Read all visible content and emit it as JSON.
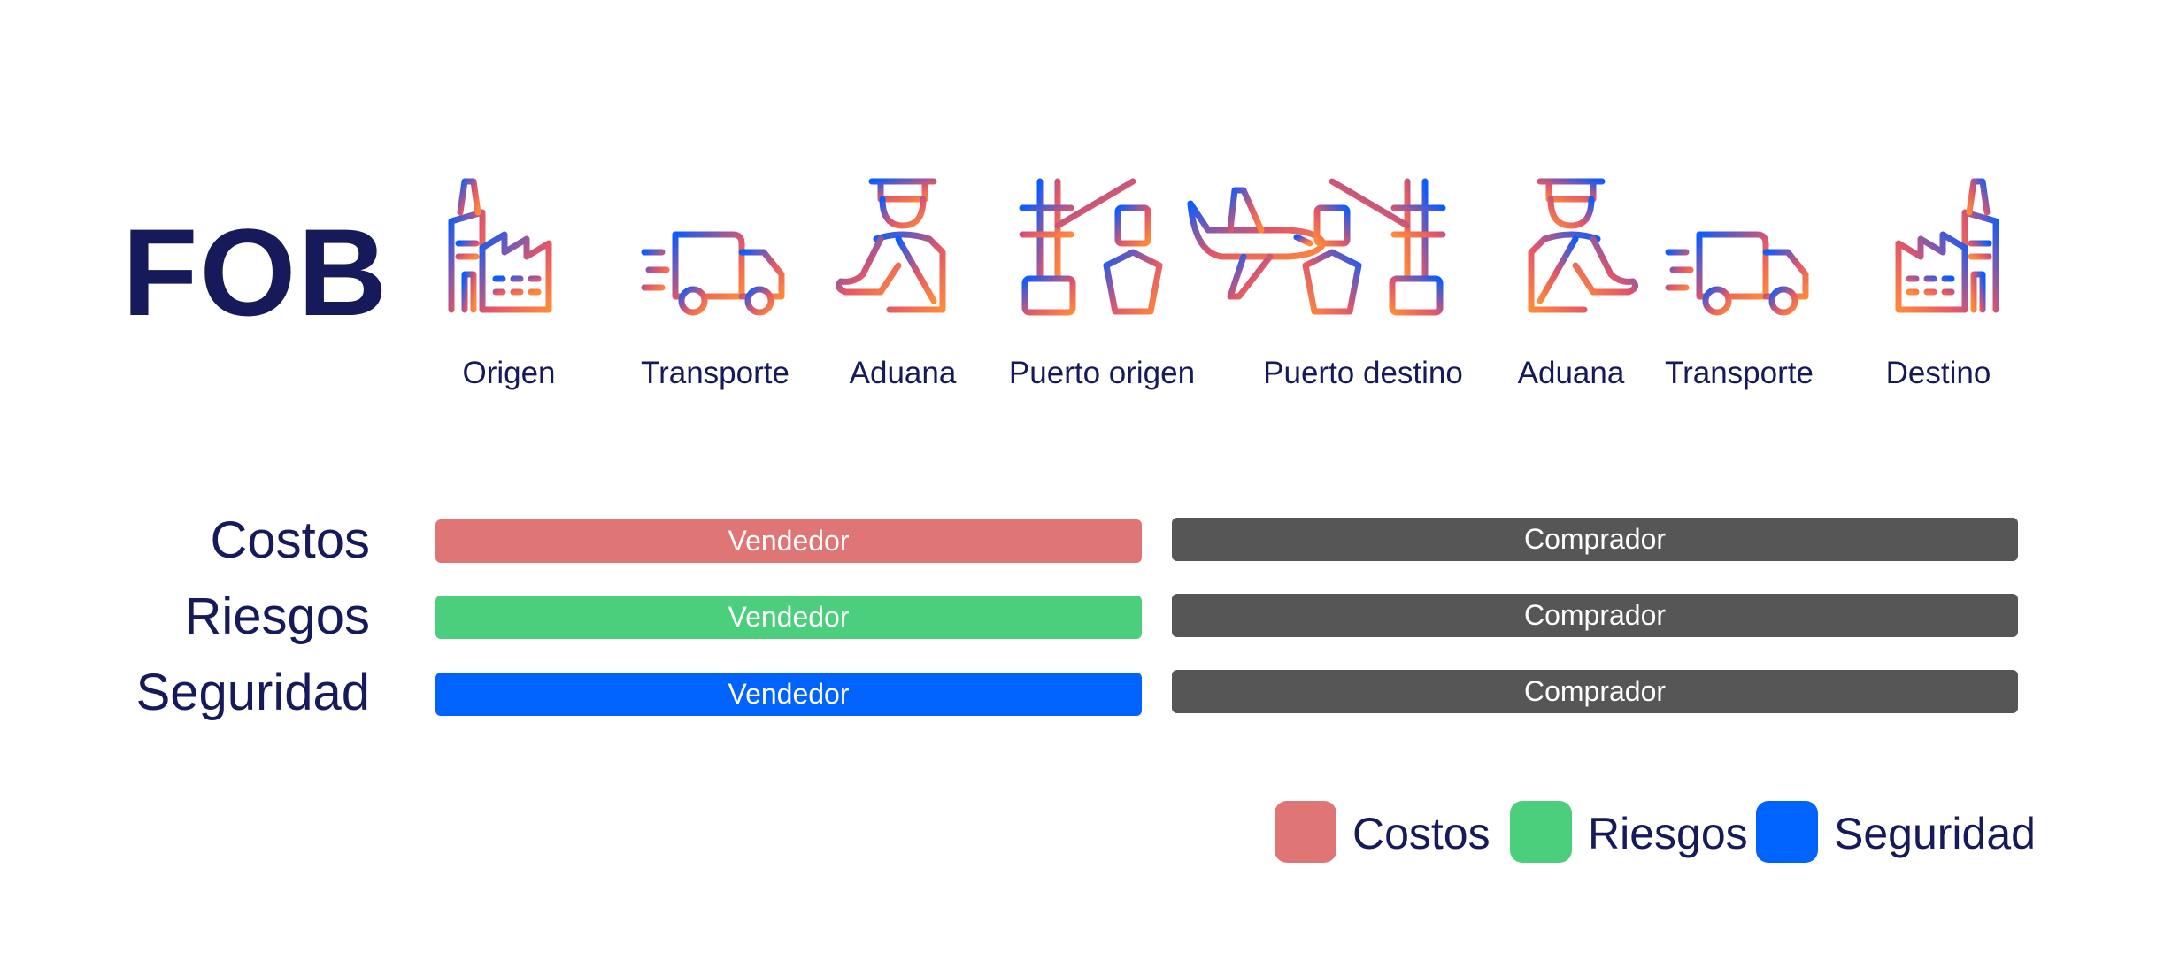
{
  "title": "FOB",
  "stages": [
    {
      "label": "Origen",
      "icon": "factory-icon"
    },
    {
      "label": "Transporte",
      "icon": "truck-icon"
    },
    {
      "label": "Aduana",
      "icon": "customs-officer-icon"
    },
    {
      "label": "Puerto origen",
      "icon": "port-crane-icon"
    },
    {
      "label": "",
      "icon": "airplane-icon"
    },
    {
      "label": "Puerto destino",
      "icon": "port-crane-icon"
    },
    {
      "label": "Aduana",
      "icon": "customs-officer-icon"
    },
    {
      "label": "Transporte",
      "icon": "truck-icon"
    },
    {
      "label": "Destino",
      "icon": "factory-icon"
    }
  ],
  "rows": [
    {
      "label": "Costos",
      "seller": "Vendedor",
      "buyer": "Comprador",
      "color": "#e07575"
    },
    {
      "label": "Riesgos",
      "seller": "Vendedor",
      "buyer": "Comprador",
      "color": "#4ccf7d"
    },
    {
      "label": "Seguridad",
      "seller": "Vendedor",
      "buyer": "Comprador",
      "color": "#0063fe"
    }
  ],
  "buyer_color": "#565656",
  "legend": [
    {
      "label": "Costos",
      "color": "#e07575"
    },
    {
      "label": "Riesgos",
      "color": "#4ccf7d"
    },
    {
      "label": "Seguridad",
      "color": "#0063fe"
    }
  ],
  "icon_gradient": [
    "#0a5cff",
    "#ff5a3c"
  ]
}
